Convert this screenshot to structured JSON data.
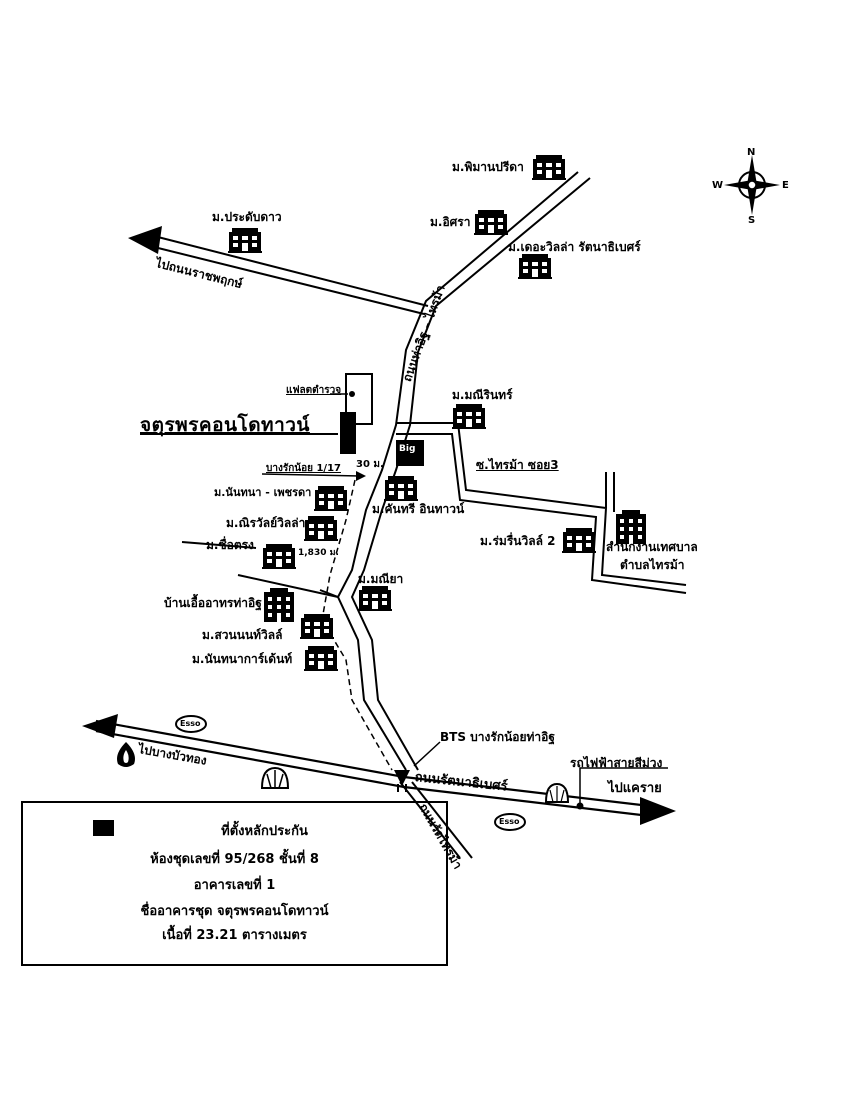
{
  "title": "จตุรพรคอนโดทาวน์",
  "roads": {
    "tha_it": "ถนนท่าอิฐ – ไทรม้า",
    "rattanathibet": "ถนนรัตนาธิเบศร์",
    "wat_sai_ma": "ถนนวัดไทรม้า",
    "to_nonthaburi": "ไปถนนราชพฤกษ์",
    "to_bang_bua_thong": "ไปบางบัวทอง",
    "to_khae_rai": "ไปแคราย",
    "soi_sai_ma_3": "ซ.ไทรม้า ซอย3",
    "bang_rak_noi_117": "บางรักน้อย 1/17"
  },
  "distances": {
    "d30": "30 ม.",
    "d1830": "1,830 ม."
  },
  "places": {
    "pimarn_preeda": "ม.พิมานปรีดา",
    "isara": "ม.อิศรา",
    "the_villa": "ม.เดอะวิลล่า รัตนาธิเบศร์",
    "pradab_dao": "ม.ประดับดาว",
    "police_flat": "แฟลตตำรวจ",
    "manee_rin": "ม.มณีรินทร์",
    "big_c": "Big",
    "nanthana_petchada": "ม.นันทนา - เพชรดา",
    "kanthree": "ม.คันทรี อินทาวน์",
    "nirawan": "ม.ณิรวัลย์วิลล่า",
    "chuetrong": "ม.ซื่อตรง",
    "romruen": "ม.ร่มรื่นวิลล์ 2",
    "municipal_1": "สำนักงานเทศบาล",
    "municipal_2": "ตำบลไทรม้า",
    "maneeya": "ม.มณียา",
    "ua_arthorn": "บ้านเอื้ออาทรท่าอิฐ",
    "suan_nonthaville": "ม.สวนนนท์วิลล์",
    "nanthana_garden": "ม.นันทนาการ์เด้นท์",
    "bts": "BTS บางรักน้อยท่าอิฐ",
    "purple_line": "รถไฟฟ้าสายสีม่วง",
    "esso": "Esso"
  },
  "compass": {
    "n": "N",
    "s": "S",
    "e": "E",
    "w": "W"
  },
  "legend": {
    "line1": "ที่ตั้งหลักประกัน",
    "line2": "ห้องชุดเลขที่ 95/268 ชั้นที่ 8",
    "line3": "อาคารเลขที่ 1",
    "line4": "ชื่ออาคารชุด จตุรพรคอนโดทาวน์",
    "line5": "เนื้อที่ 23.21 ตารางเมตร"
  }
}
